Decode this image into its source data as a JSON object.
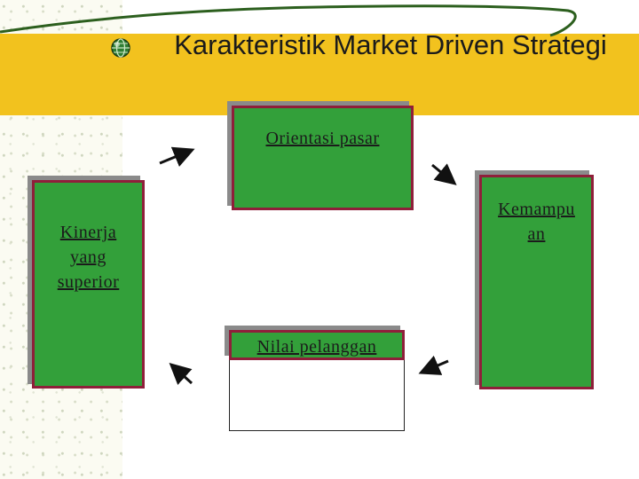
{
  "slide": {
    "title": "Karakteristik Market Driven Strategi"
  },
  "diagram": {
    "top_box_label": "Orientasi pasar",
    "right_box_label": "Kemampu an",
    "left_box_label": "Kinerja yang superior",
    "bottom_box_label": "Nilai pelanggan"
  },
  "colors": {
    "title_band": "#f2c21e",
    "box_fill": "#33a03a",
    "box_border": "#8f1f3a",
    "swoosh": "#2c5f1e"
  }
}
